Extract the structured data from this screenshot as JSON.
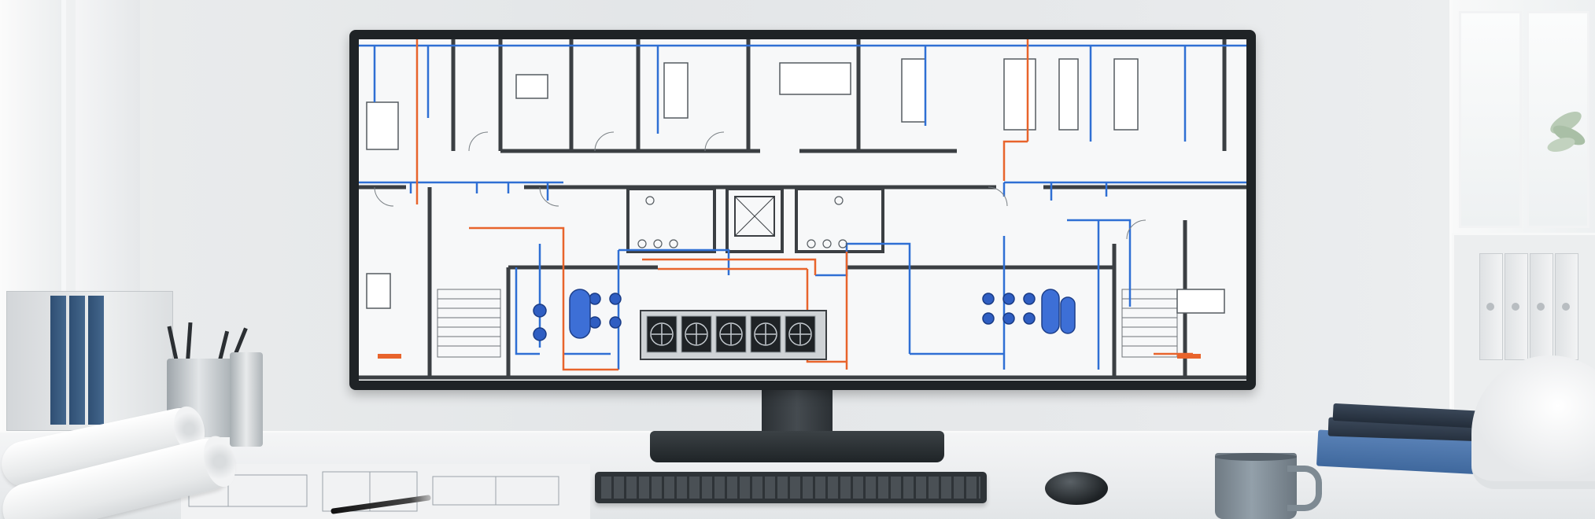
{
  "scene": {
    "objects": [
      "monitor-with-floor-plan",
      "keyboard",
      "mouse",
      "mug",
      "stacked-books",
      "hard-hat",
      "file-holder",
      "pen-cups",
      "rolled-blueprints"
    ]
  },
  "colors": {
    "wall": "#e6e9eb",
    "desk": "#eef0f1",
    "monitor_bezel": "#1f2326",
    "plan_lines": "#3b3f43",
    "pipe_blue": "#2f6fd4",
    "pipe_orange": "#e8642c",
    "tank_blue": "#3d6fd6",
    "book_dark": "#2c3a4e",
    "book_blue": "#4a6f9c"
  }
}
